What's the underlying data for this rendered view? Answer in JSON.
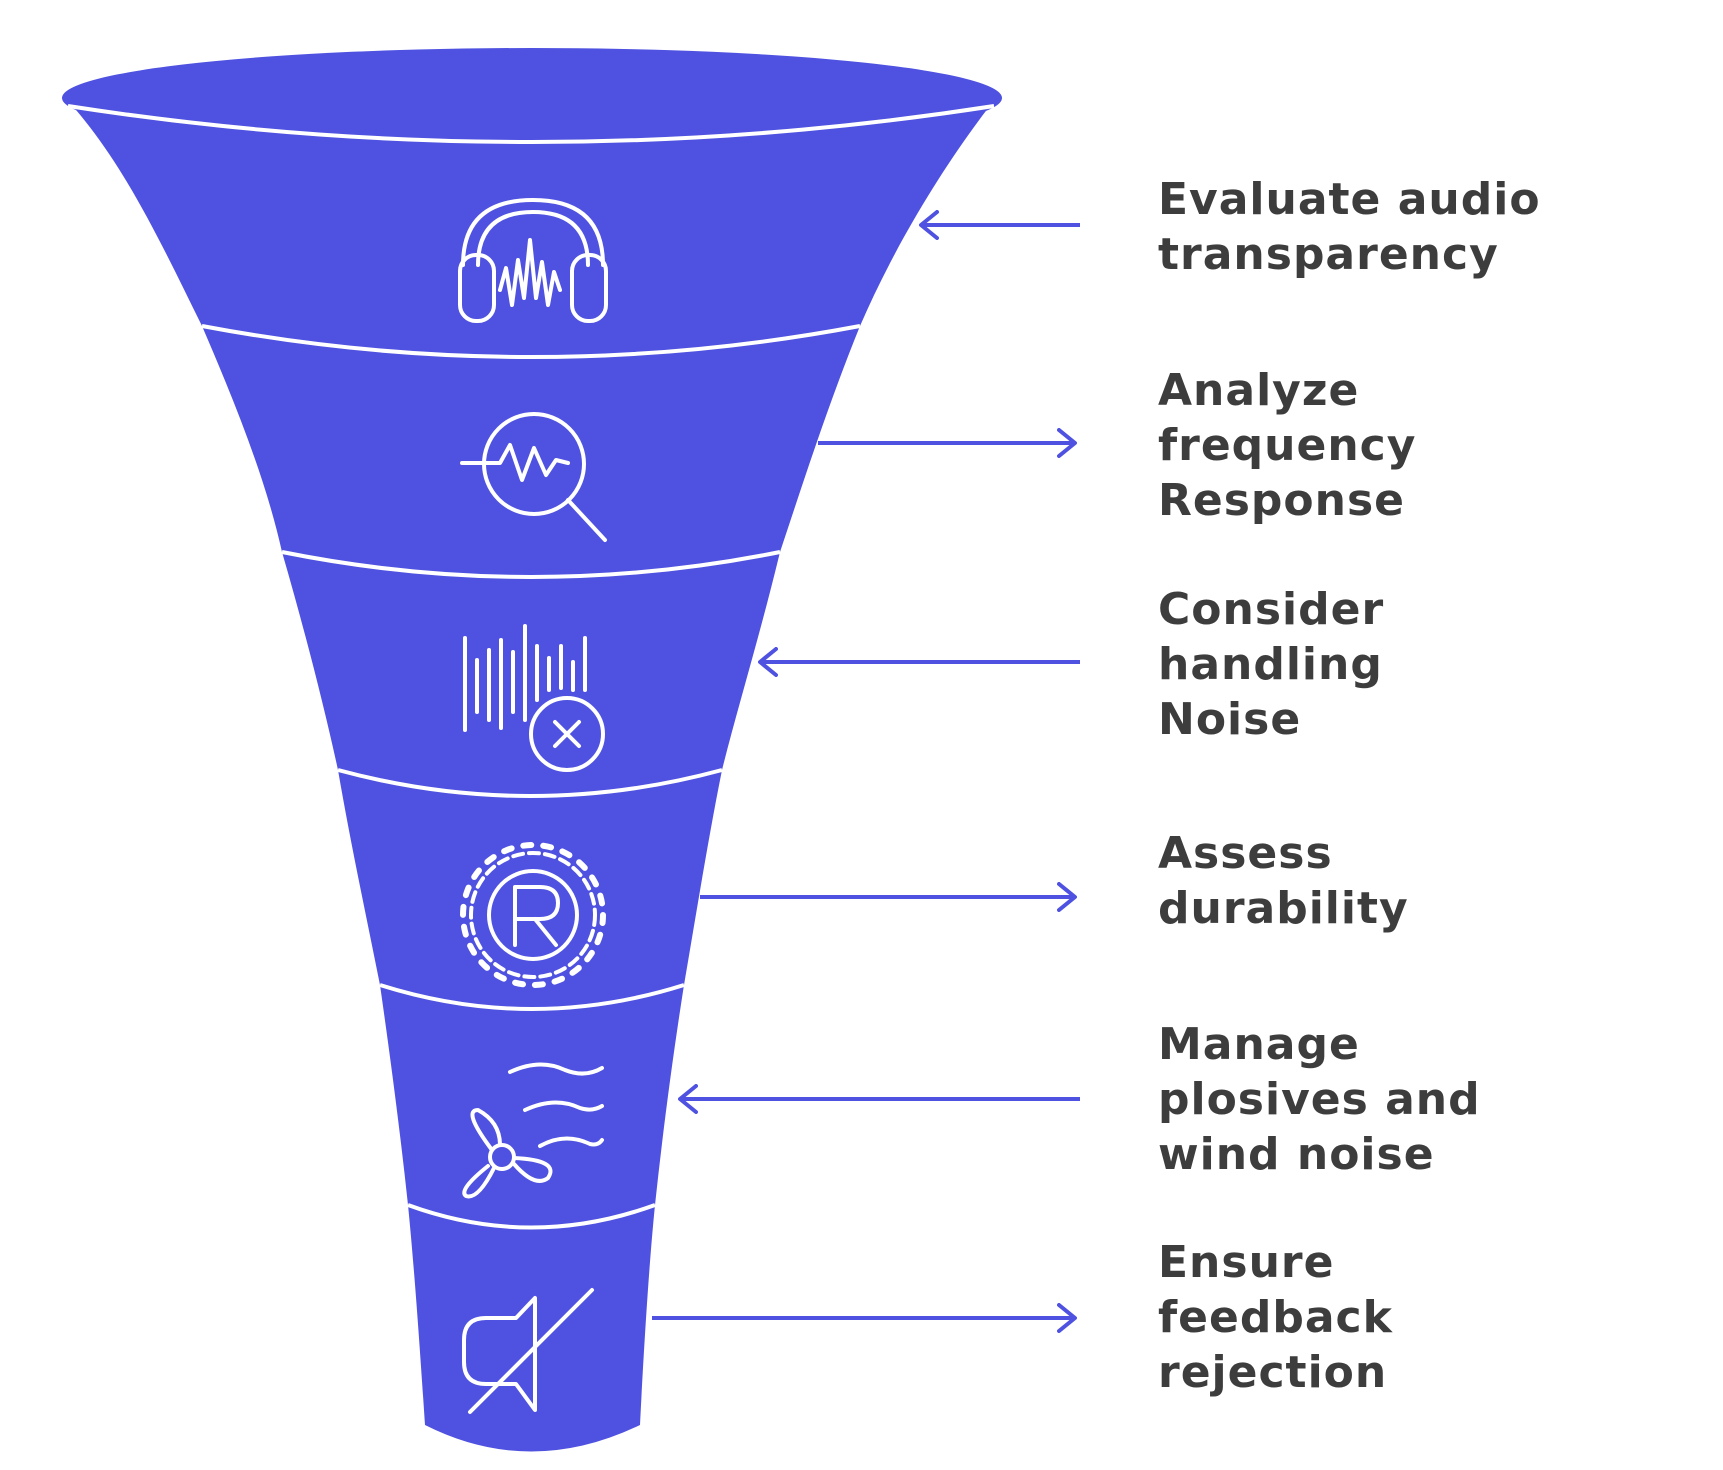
{
  "colors": {
    "funnel": "#4f52e0",
    "separator": "#ffffff",
    "arrow": "#4f52e0",
    "text": "#3d3d3d",
    "background": "#ffffff"
  },
  "stages": [
    {
      "lines": [
        "Evaluate audio",
        "transparency"
      ],
      "icon": "headphones-icon",
      "arrow": "points-left"
    },
    {
      "lines": [
        "Analyze",
        "frequency",
        "Response"
      ],
      "icon": "frequency-search-icon",
      "arrow": "points-right"
    },
    {
      "lines": [
        "Consider",
        "handling",
        "Noise"
      ],
      "icon": "noise-cancel-icon",
      "arrow": "points-left"
    },
    {
      "lines": [
        "Assess",
        "durability"
      ],
      "icon": "gear-r-icon",
      "arrow": "points-right"
    },
    {
      "lines": [
        "Manage",
        "plosives and",
        "wind noise"
      ],
      "icon": "fan-wind-icon",
      "arrow": "points-left"
    },
    {
      "lines": [
        "Ensure",
        "feedback",
        "rejection"
      ],
      "icon": "muted-speaker-icon",
      "arrow": "points-right"
    }
  ]
}
